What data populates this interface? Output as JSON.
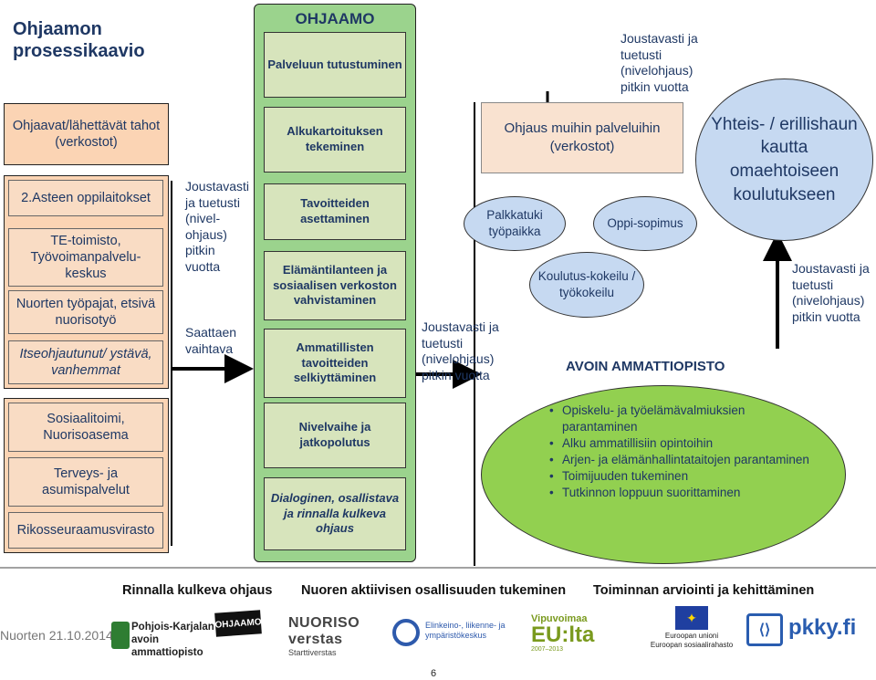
{
  "title": "Ohjaamon prosessikaavio",
  "left": {
    "referrers": "Ohjaavat/lähettävät tahot (verkostot)",
    "group1": {
      "items": [
        "2.Asteen oppilaitokset",
        "TE-toimisto, Työvoimanpalvelu-keskus",
        "Nuorten työpajat, etsivä nuorisotyö",
        "Itseohjautunut/ ystävä, vanhemmat"
      ]
    },
    "group2": {
      "items": [
        "Sosiaalitoimi, Nuorisoasema",
        "Terveys- ja asumispalvelut",
        "Rikosseuraamusvirasto"
      ]
    },
    "side_note": "Joustavasti ja tuetusti (nivel-ohjaus) pitkin vuotta",
    "side_note2": "Saattaen vaihtava"
  },
  "ohjaamo": {
    "title": "OHJAAMO",
    "steps": [
      "Palveluun tutustuminen",
      "Alkukartoituksen tekeminen",
      "Tavoitteiden asettaminen",
      "Elämäntilanteen ja sosiaalisen verkoston vahvistaminen",
      "Ammatillisten tavoitteiden selkiyttäminen",
      "Nivelvaihe ja jatkopolutus",
      "Dialoginen, osallistava ja rinnalla kulkeva ohjaus"
    ]
  },
  "middle_note": "Joustavasti ja tuetusti (nivelohjaus) pitkin vuotta",
  "top_note": "Joustavasti ja tuetusti (nivelohjaus) pitkin vuotta",
  "other_services": {
    "title": "Ohjaus muihin palveluihin (verkostot)",
    "ellipses": [
      "Palkkatuki työpaikka",
      "Oppi-sopimus",
      "Koulutus-kokeilu / työkokeilu"
    ]
  },
  "right": {
    "joint_application": "Yhteis- / erillishaun kautta omaehtoiseen koulutukseen",
    "note": "Joustavasti ja tuetusti (nivelohjaus) pitkin vuotta"
  },
  "avoin": {
    "title": "AVOIN AMMATTIOPISTO",
    "bullets": [
      "Opiskelu- ja työelämävalmiuksien parantaminen",
      "Alku ammatillisiin opintoihin",
      "Arjen- ja elämänhallintataitojen parantaminen",
      "Toimijuuden tukeminen",
      "Tutkinnon loppuun suorittaminen"
    ]
  },
  "footer": {
    "labels": [
      "Rinnalla kulkeva ohjaus",
      "Nuoren aktiivisen osallisuuden tukeminen",
      "Toiminnan arviointi ja kehittäminen"
    ],
    "overlay_text": "Nuorten 21.10.2014",
    "page_number": "6"
  },
  "logos": {
    "pka": "Pohjois-Karjalan avoin ammattiopisto",
    "ohjaamo": "OHJAAMO",
    "nuoriso": "NUORISO verstas",
    "nuoriso_sub": "Starttiverstas",
    "ely": "Elinkeino-, liikenne- ja ympäristökeskus",
    "eu_l1": "Vipuvoimaa",
    "eu_l2": "EU:lta",
    "eu_years": "2007–2013",
    "eu_union": "Euroopan unioni",
    "eu_fund": "Euroopan sosiaalirahasto",
    "pkky": "pkky.fi"
  },
  "colors": {
    "peach": "#fbd4b4",
    "green": "#d7e4bc",
    "blue_ellipse": "#c6d9f1",
    "text_navy": "#1f3864",
    "avoin_green": "#92d050",
    "ohjaamo_panel": "#9bd38d"
  }
}
